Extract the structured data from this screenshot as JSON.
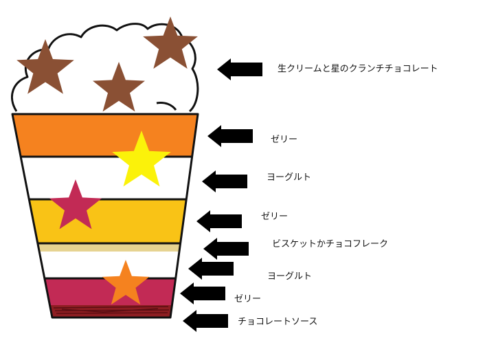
{
  "colors": {
    "outline": "#111111",
    "cream": "#ffffff",
    "jelly_orange": "#f5821f",
    "yogurt": "#ffffff",
    "jelly_yellow": "#f9c316",
    "biscuit": "#e6d391",
    "jelly_red": "#c22a55",
    "sauce": "#8e1e22",
    "star_brown": "#8a5034",
    "star_yellow": "#fbf20a",
    "star_red": "#c22a55",
    "star_orange": "#f5821f",
    "arrow": "#000000"
  },
  "icons": [
    "star-icon",
    "arrow-left-icon"
  ],
  "labels": {
    "topping": "生クリームと星のクランチチョコレート",
    "jelly1": "ゼリー",
    "yogurt1": "ヨーグルト",
    "jelly2": "ゼリー",
    "biscuit": "ビスケットかチョコフレーク",
    "yogurt2": "ヨーグルト",
    "jelly3": "ゼリー",
    "sauce": "チョコレートソース"
  }
}
